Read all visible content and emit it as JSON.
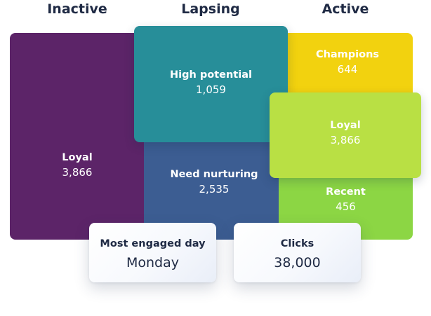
{
  "columns": {
    "inactive": "Inactive",
    "lapsing": "Lapsing",
    "active": "Active"
  },
  "segments": {
    "inactive_loyal": {
      "label": "Loyal",
      "value": "3,866"
    },
    "high_potential": {
      "label": "High potential",
      "value": "1,059"
    },
    "need_nurturing": {
      "label": "Need nurturing",
      "value": "2,535"
    },
    "champions": {
      "label": "Champions",
      "value": "644"
    },
    "active_loyal": {
      "label": "Loyal",
      "value": "3,866"
    },
    "recent": {
      "label": "Recent",
      "value": "456"
    }
  },
  "cards": {
    "engaged_day": {
      "label": "Most engaged day",
      "value": "Monday"
    },
    "clicks": {
      "label": "Clicks",
      "value": "38,000"
    }
  },
  "colors": {
    "inactive_loyal": "#5c2468",
    "high_potential": "#278e99",
    "need_nurturing": "#3c5d92",
    "champions": "#f2d20f",
    "active_loyal": "#b9e044",
    "recent": "#8cd644",
    "heading_text": "#1f2a44"
  }
}
